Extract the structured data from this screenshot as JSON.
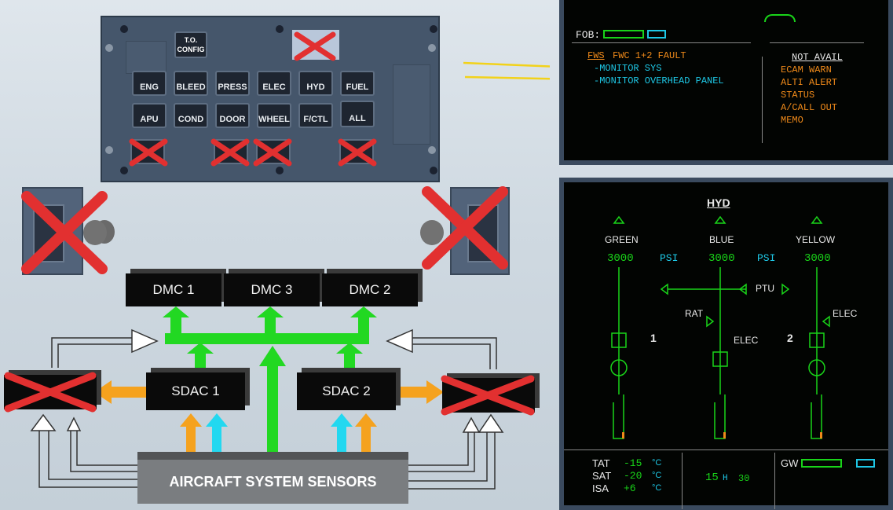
{
  "ecp": {
    "to_config": "T.O.\nCONFIG",
    "row1": [
      "ENG",
      "BLEED",
      "PRESS",
      "ELEC",
      "HYD",
      "FUEL"
    ],
    "row2": [
      "APU",
      "COND",
      "DOOR",
      "WHEEL",
      "F/CTL",
      "ALL"
    ]
  },
  "dmc": [
    "DMC 1",
    "DMC 3",
    "DMC 2"
  ],
  "sdac": [
    "SDAC 1",
    "SDAC 2"
  ],
  "sensors_label": "AIRCRAFT SYSTEM SENSORS",
  "ewd": {
    "fob_label": "FOB:",
    "fws_label": "FWS",
    "fault_title": "FWC 1+2 FAULT",
    "actions": [
      "-MONITOR SYS",
      "-MONITOR OVERHEAD PANEL"
    ],
    "not_avail_title": "NOT AVAIL",
    "not_avail_items": [
      "ECAM WARN",
      "ALTI ALERT",
      "STATUS",
      "A/CALL OUT",
      "MEMO"
    ]
  },
  "sd": {
    "title": "HYD",
    "systems": [
      {
        "name": "GREEN",
        "pressure": "3000"
      },
      {
        "name": "BLUE",
        "pressure": "3000"
      },
      {
        "name": "YELLOW",
        "pressure": "3000"
      }
    ],
    "psi_unit": "PSI",
    "ptu_label": "PTU",
    "rat_label": "RAT",
    "elec_label": "ELEC",
    "engine_1": "1",
    "engine_2": "2",
    "tat_label": "TAT",
    "tat_value": "-15",
    "sat_label": "SAT",
    "sat_value": "-20",
    "isa_label": "ISA",
    "isa_value": "+6",
    "temp_unit": "°C",
    "time_h": "15",
    "time_h_label": "H",
    "time_m": "30",
    "gw_label": "GW"
  },
  "colors": {
    "arrow_green": "#22d822",
    "arrow_orange": "#f5a21e",
    "arrow_cyan": "#22d8f0",
    "cross_red": "#e23030"
  }
}
